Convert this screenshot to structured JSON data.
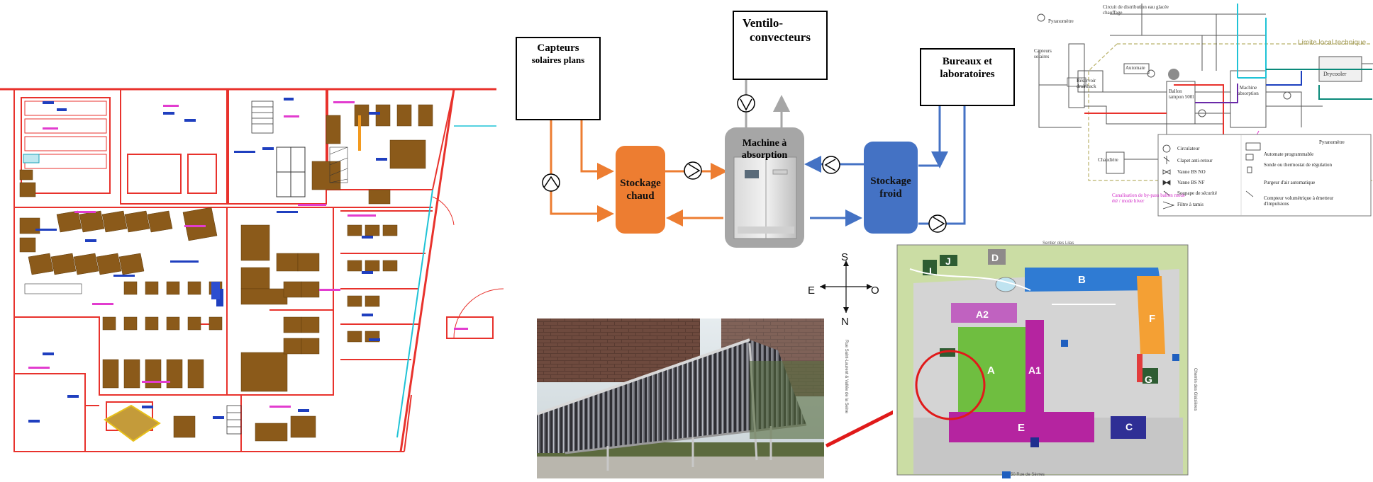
{
  "flow_diagram": {
    "collectors": {
      "line1": "Capteurs",
      "line2": "solaires plans"
    },
    "fan_coils": {
      "line1": "Ventilo-",
      "line2": "convecteurs"
    },
    "offices": {
      "line1": "Bureaux et",
      "line2": "laboratoires"
    },
    "hot_storage": {
      "line1": "Stockage",
      "line2": "chaud"
    },
    "machine": {
      "line1": "Machine à",
      "line2": "absorption"
    },
    "cold_storage": {
      "line1": "Stockage",
      "line2": "froid"
    },
    "colors": {
      "hot": "#ed7d31",
      "cold": "#4472c4",
      "machine": "#a6a6a6"
    }
  },
  "schematic": {
    "limit_label": "Limite local technique",
    "pyranometer": "Pyranomètre",
    "circuit_label": "Circuit de distribution eau glacée chauffage",
    "collectors_label": "Capteurs solaires",
    "reservoir_label": "Réservoir drainback",
    "automate_label": "Automate",
    "buffer_label": "Ballon tampon 500l",
    "machine_label": "Machine absorption",
    "drycooler_label": "Drycooler",
    "chaudiere_label": "Chaudière",
    "bypass_label": "Canalisation de by-pass ballon mode été / mode hiver",
    "legend_left": [
      "Circulateur",
      "Clapet anti-retour",
      "Vanne BS NO",
      "Vanne BS NF",
      "Soupape de sécurité",
      "Filtre à tamis"
    ],
    "legend_right": [
      "Pyranomètre",
      "Automate programmable",
      "Sonde ou thermostat de régulation",
      "Purgeur d'air automatique",
      "Compteur volumétrique à émetteur d'impulsions"
    ]
  },
  "compass": {
    "north": "N",
    "south": "S",
    "east": "E",
    "west": "O"
  },
  "site_map": {
    "top_street": "Sentier des Lilas",
    "bottom_street": "50 Rue de Sèvres",
    "left_street": "Rue Saint-Laurent & Vallée de la Seine",
    "right_street": "Chemin des Glaisières",
    "zones": [
      "A",
      "A1",
      "A2",
      "B",
      "C",
      "D",
      "E",
      "F",
      "G",
      "I",
      "J"
    ]
  }
}
